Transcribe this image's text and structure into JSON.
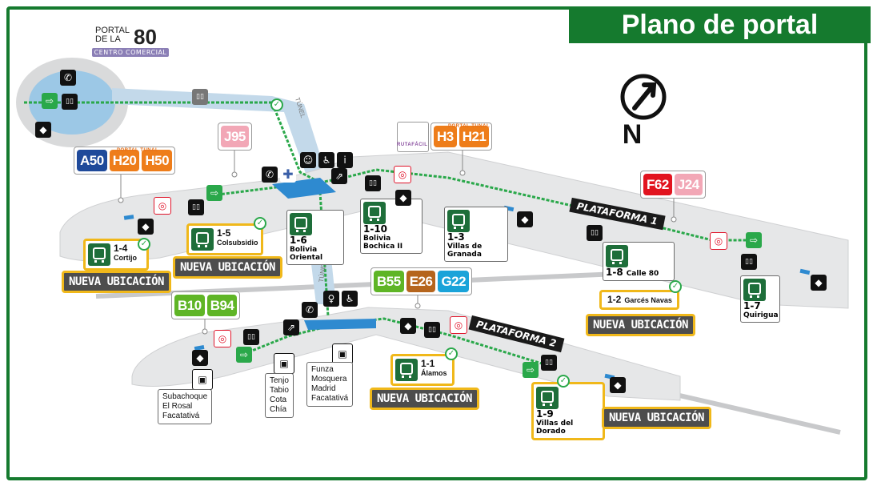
{
  "title": "Plano de portal",
  "logo": {
    "line1": "PORTAL",
    "line2": "DE LA",
    "number": "80",
    "subtitle": "CENTRO COMERCIAL"
  },
  "compass": {
    "label": "N"
  },
  "platforms": [
    "PLATAFORMA 1",
    "PLATAFORMA 2"
  ],
  "tunnels": [
    "TÚNEL",
    "TÚNEL"
  ],
  "operator": {
    "label": "RUTAFÁCIL"
  },
  "route_groups": [
    {
      "id": "g-a50",
      "routes": [
        {
          "code": "A50",
          "color": "#1f4a9a"
        },
        {
          "code": "H20",
          "color": "#ee7d1a",
          "note": "PORTAL TUNAL"
        },
        {
          "code": "H50",
          "color": "#ee7d1a"
        }
      ]
    },
    {
      "id": "g-j95",
      "routes": [
        {
          "code": "J95",
          "color": "#f2a7b6"
        }
      ]
    },
    {
      "id": "g-h3",
      "routes": [
        {
          "code": "H3",
          "color": "#ee7d1a",
          "note": "PORTAL TUNAL"
        },
        {
          "code": "H21",
          "color": "#ee7d1a"
        }
      ]
    },
    {
      "id": "g-f62",
      "routes": [
        {
          "code": "F62",
          "color": "#e2141f"
        },
        {
          "code": "J24",
          "color": "#f2a7b6"
        }
      ]
    },
    {
      "id": "g-b10",
      "routes": [
        {
          "code": "B10",
          "color": "#5fb526"
        },
        {
          "code": "B94",
          "color": "#5fb526"
        }
      ]
    },
    {
      "id": "g-b55",
      "routes": [
        {
          "code": "B55",
          "color": "#5fb526"
        },
        {
          "code": "E26",
          "color": "#b5651d"
        },
        {
          "code": "G22",
          "color": "#1aa3d9"
        }
      ]
    }
  ],
  "stops": [
    {
      "id": "1-4",
      "name": "Cortijo",
      "boxed": true
    },
    {
      "id": "1-5",
      "name": "Colsubsidio",
      "boxed": true
    },
    {
      "id": "1-6",
      "name": "Bolivia Oriental",
      "boxed": false
    },
    {
      "id": "1-10",
      "name": "Bolivia Bochica II",
      "boxed": false
    },
    {
      "id": "1-3",
      "name": "Villas de Granada",
      "boxed": false
    },
    {
      "id": "1-8",
      "name": "Calle 80",
      "boxed": false
    },
    {
      "id": "1-2",
      "name": "Garcés Navas",
      "boxed": true
    },
    {
      "id": "1-7",
      "name": "Quirigua",
      "boxed": false
    },
    {
      "id": "1-1",
      "name": "Álamos",
      "boxed": true
    },
    {
      "id": "1-9",
      "name": "Villas del Dorado",
      "boxed": true
    }
  ],
  "nueva_label": "NUEVA UBICACIÓN",
  "destinations": [
    {
      "lines": [
        "Subachoque",
        "El Rosal",
        "Facatativá"
      ]
    },
    {
      "lines": [
        "Tenjo",
        "Tabio",
        "Cota",
        "Chía"
      ]
    },
    {
      "lines": [
        "Funza",
        "Mosquera",
        "Madrid",
        "Facatativá"
      ]
    }
  ],
  "icons": {
    "phone": "✆",
    "exit": "⇨",
    "turnstile": "▯▯",
    "accessible": "♿",
    "info": "i",
    "person": "☺",
    "stairs": "⇗",
    "fire": "◎",
    "ticket": "◆",
    "wc": "♀",
    "medical": "✚"
  },
  "colors": {
    "brand": "#157a2e",
    "highlight": "#f0b81a",
    "path": "#2aa84a",
    "platform": "#e6e7e8"
  }
}
